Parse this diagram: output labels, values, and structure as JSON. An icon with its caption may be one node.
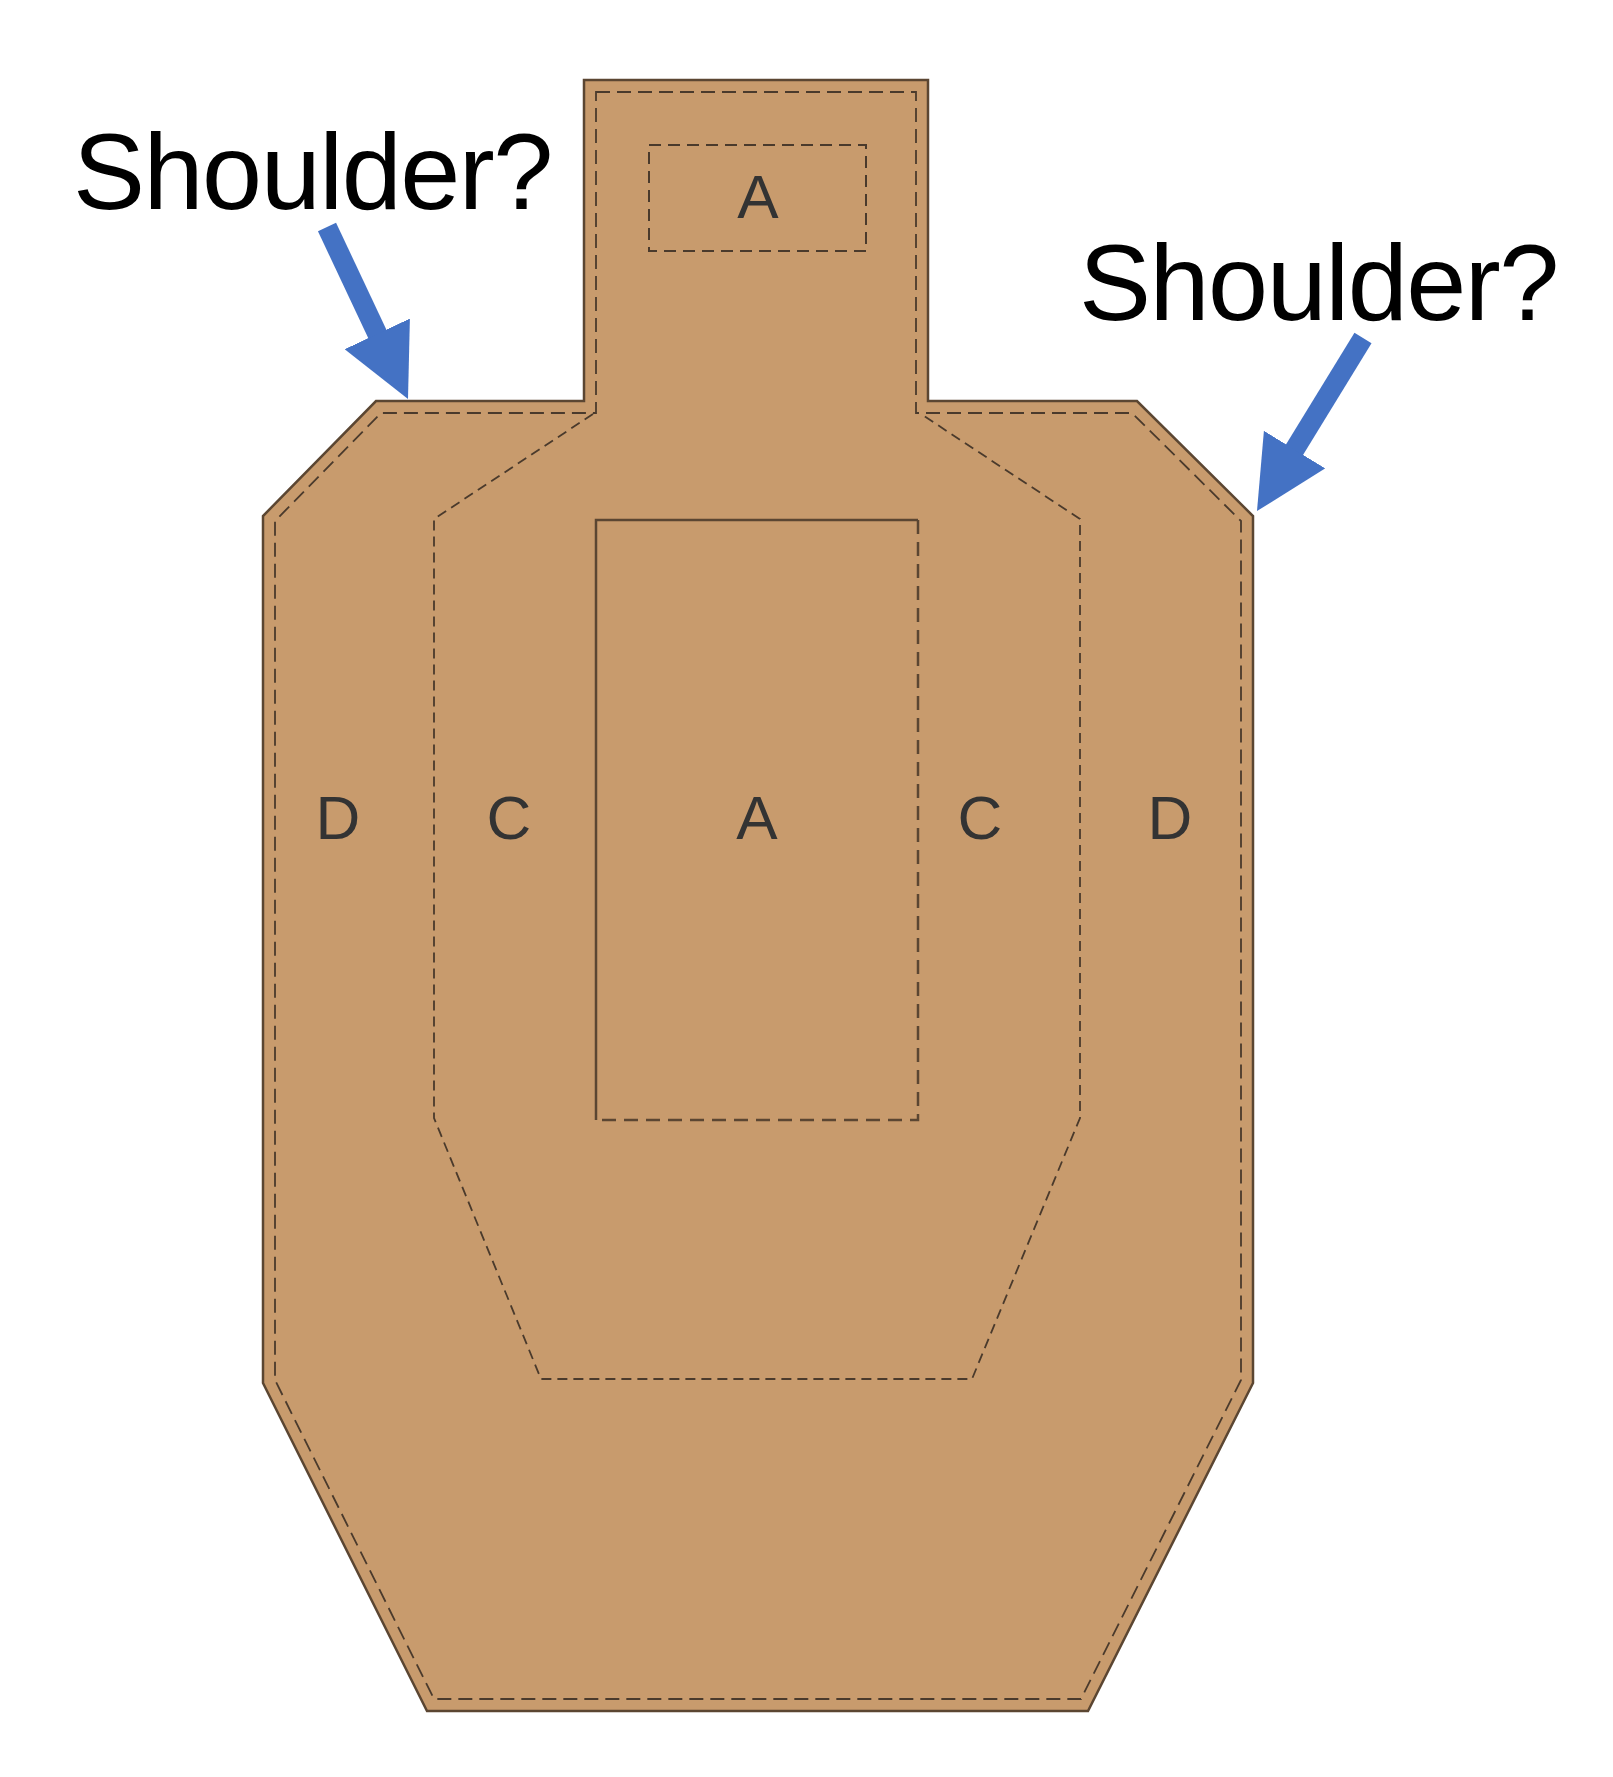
{
  "diagram": {
    "nodes": [
      {
        "text": [
          "Shoulder?"
        ]
      },
      {
        "text": [
          "Shoulder?"
        ]
      },
      {
        "text": [
          "D",
          "D"
        ]
      },
      {
        "text": [
          "A"
        ],
        "in": 2
      },
      {
        "text": [
          "C",
          "C"
        ],
        "in": 2
      },
      {
        "text": [
          "A"
        ],
        "in": 4
      }
    ],
    "edges": [
      {
        "from": 0,
        "to": 2,
        "arrow": "to"
      },
      {
        "from": 1,
        "to": 2,
        "arrow": "to"
      }
    ]
  }
}
